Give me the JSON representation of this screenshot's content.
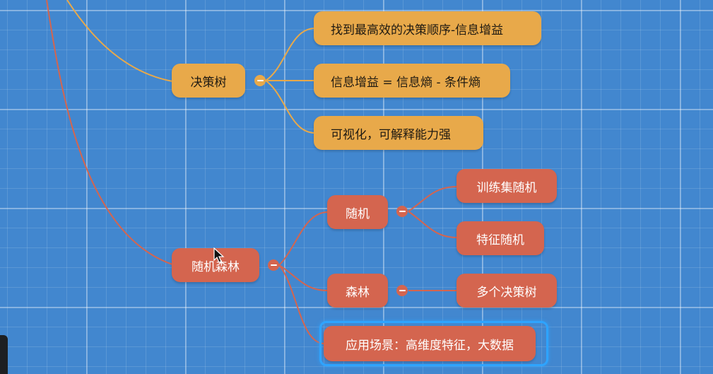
{
  "colors": {
    "background": "#4287cf",
    "gold_node": "#e8a94a",
    "coral_node": "#d4654f",
    "selection": "#2ea4ff"
  },
  "mindmap": {
    "decision_tree": {
      "label": "决策树",
      "children": [
        "找到最高效的决策顺序-信息增益",
        "信息增益 = 信息熵 - 条件熵",
        "可视化，可解释能力强"
      ]
    },
    "random_forest": {
      "label": "随机森林",
      "random": {
        "label": "随机",
        "children": [
          "训练集随机",
          "特征随机"
        ]
      },
      "forest": {
        "label": "森林",
        "children": [
          "多个决策树"
        ]
      },
      "application": "应用场景：高维度特征，大数据"
    }
  },
  "icons": {
    "collapse": "minus-collapse-icon",
    "cursor": "mouse-pointer-icon"
  },
  "selected_node": "应用场景：高维度特征，大数据"
}
